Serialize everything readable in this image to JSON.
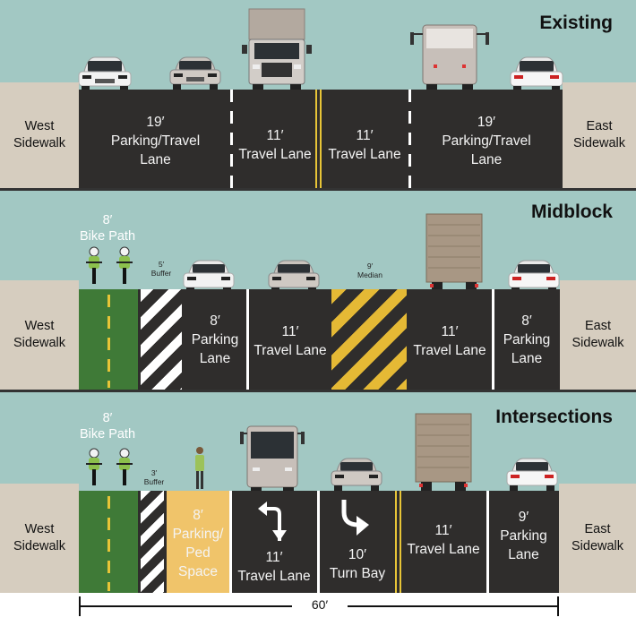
{
  "panels": {
    "existing": {
      "title": "Existing",
      "west_sidewalk": "West\nSidewalk",
      "east_sidewalk": "East\nSidewalk",
      "lanes": [
        {
          "label": "19′\nParking/Travel\nLane"
        },
        {
          "label": "11′\nTravel Lane"
        },
        {
          "label": "11′\nTravel Lane"
        },
        {
          "label": "19′\nParking/Travel\nLane"
        }
      ]
    },
    "midblock": {
      "title": "Midblock",
      "west_sidewalk": "West\nSidewalk",
      "east_sidewalk": "East\nSidewalk",
      "bike_path": "8′\nBike Path",
      "buffer": "5′\nBuffer",
      "median": "9′\nMedian",
      "lanes": [
        {
          "label": "8′\nParking\nLane"
        },
        {
          "label": "11′\nTravel Lane"
        },
        {
          "label": "11′\nTravel Lane"
        },
        {
          "label": "8′\nParking\nLane"
        }
      ]
    },
    "intersections": {
      "title": "Intersections",
      "west_sidewalk": "West\nSidewalk",
      "east_sidewalk": "East\nSidewalk",
      "bike_path": "8′\nBike Path",
      "buffer": "3′\nBuffer",
      "lanes": [
        {
          "label": "8′\nParking/\nPed\nSpace"
        },
        {
          "label": "11′\nTravel Lane"
        },
        {
          "label": "10′\nTurn Bay"
        },
        {
          "label": "11′\nTravel Lane"
        },
        {
          "label": "9′\nParking\nLane"
        }
      ]
    }
  },
  "dimension": "60′",
  "colors": {
    "sky": "#a2c8c3",
    "sidewalk": "#d6cdbf",
    "asphalt": "#2f2d2c",
    "bike": "#3f7a37",
    "median_yellow": "#e5b935",
    "ped_space": "#f0c46a",
    "center_line": "#e7c437"
  }
}
